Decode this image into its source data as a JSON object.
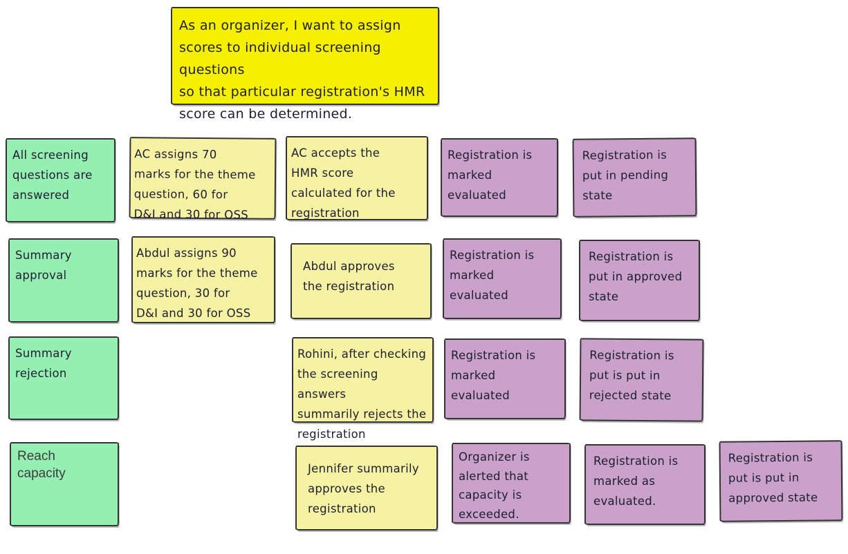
{
  "story_note": {
    "text": "As an organizer, I want to assign\nscores to individual screening questions\nso that particular registration's HMR\nscore can be determined."
  },
  "notes": [
    {
      "type": "green",
      "text": "All screening\nquestions are\nanswered"
    },
    {
      "type": "yellow",
      "text": "AC assigns 70\nmarks for the theme\nquestion, 60 for\nD&I and 30 for OSS"
    },
    {
      "type": "yellow",
      "text": "AC accepts the\nHMR score\ncalculated for the\nregistration"
    },
    {
      "type": "purple",
      "text": "Registration is\nmarked\nevaluated"
    },
    {
      "type": "purple",
      "text": "Registration is\nput in pending\nstate"
    },
    {
      "type": "green",
      "text": "Summary\napproval"
    },
    {
      "type": "yellow",
      "text": "Abdul assigns 90\nmarks for the theme\nquestion, 30 for\nD&I and 30 for OSS"
    },
    {
      "type": "yellow",
      "text": "Abdul approves\nthe registration"
    },
    {
      "type": "purple",
      "text": "Registration is\nmarked\nevaluated"
    },
    {
      "type": "purple",
      "text": "Registration is\nput in approved\nstate"
    },
    {
      "type": "green",
      "text": "Summary\nrejection"
    },
    {
      "type": "yellow",
      "text": "Rohini, after checking\nthe screening answers\nsummarily rejects the\nregistration"
    },
    {
      "type": "purple",
      "text": "Registration is\nmarked\nevaluated"
    },
    {
      "type": "purple",
      "text": "Registration is\nput is put in\nrejected state"
    },
    {
      "type": "green",
      "text": "Reach\ncapacity"
    },
    {
      "type": "yellow",
      "text": "Jennifer summarily\napproves the\nregistration"
    },
    {
      "type": "purple",
      "text": "Organizer is\nalerted that\ncapacity is\nexceeded."
    },
    {
      "type": "purple",
      "text": "Registration is\nmarked as\nevaluated."
    },
    {
      "type": "purple",
      "text": "Registration is\nput is put in\napproved state"
    }
  ],
  "palette": {
    "story_yellow": "#f5f000",
    "acceptance_yellow": "#f6f2a3",
    "scenario_green": "#95efb2",
    "outcome_purple": "#c9a1ca",
    "note_border": "#333333",
    "ink": "#1e1e30",
    "canvas": "#ffffff"
  }
}
